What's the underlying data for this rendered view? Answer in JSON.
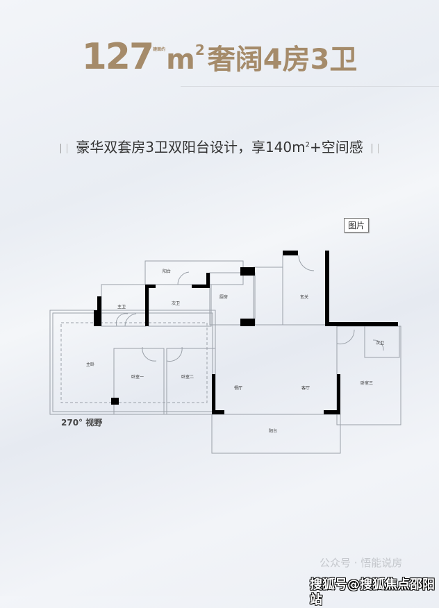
{
  "title": {
    "number": "127",
    "unit": "m",
    "sup": "2",
    "tiny": "建面约",
    "text": "奢阔4房3卫"
  },
  "subtitle": {
    "before": "豪华双套房3卫双阳台设计，享140m",
    "sup": "2",
    "after": "+空间感"
  },
  "image_tag": "图片",
  "floorplan": {
    "rooms": {
      "balcony_top": "阳台",
      "master_bath": "主卫",
      "second_bath": "次卫",
      "kitchen": "厨房",
      "foyer": "玄关",
      "master_bedroom": "主卧",
      "bedroom1": "卧室一",
      "bedroom2": "卧室二",
      "dining": "餐厅",
      "living": "客厅",
      "bath_right": "次卫",
      "bedroom3": "卧室三",
      "balcony_bottom": "阳台"
    },
    "view_label": "270° 视野"
  },
  "watermark": {
    "background": "公众号 · 悟能说房",
    "overlay": "搜狐号@搜狐焦点邵阳站"
  }
}
